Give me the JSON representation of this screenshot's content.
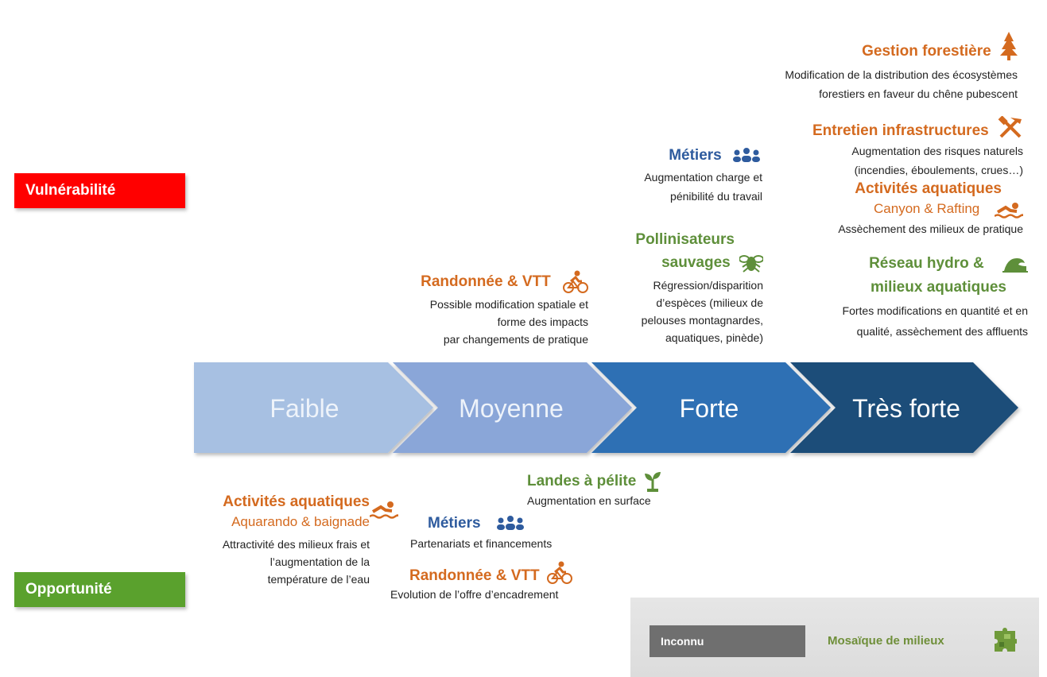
{
  "side_labels": {
    "vulnerability": "Vulnérabilité",
    "opportunity": "Opportunité"
  },
  "scale": {
    "steps": [
      "Faible",
      "Moyenne",
      "Forte",
      "Très forte"
    ],
    "colors": [
      "#a7c0e2",
      "#8aa6d8",
      "#2e6fb4",
      "#1f4e79"
    ]
  },
  "vulnerabilities": {
    "gestion_forestiere": {
      "title": "Gestion forestière",
      "lines": [
        "Modification de la distribution des écosystèmes",
        "forestiers en faveur du chêne pubescent"
      ]
    },
    "entretien": {
      "title": "Entretien infrastructures",
      "lines": [
        "Augmentation des risques naturels",
        "(incendies, éboulements, crues…)"
      ]
    },
    "metiers": {
      "title": "Métiers",
      "lines": [
        "Augmentation charge et",
        "pénibilité du travail"
      ]
    },
    "activites": {
      "title": "Activités aquatiques",
      "subtitle": "Canyon & Rafting",
      "lines": [
        "Assèchement des milieux de pratique"
      ]
    },
    "pollinisateurs": {
      "title_line1": "Pollinisateurs",
      "title_line2": "sauvages",
      "lines": [
        "Régression/disparition",
        "d’espèces (milieux de",
        "pelouses montagnardes,",
        "aquatiques, pinède)"
      ]
    },
    "reseau": {
      "title_line1": "Réseau hydro &",
      "title_line2": "milieux aquatiques",
      "lines": [
        "Fortes modifications en quantité et en",
        "qualité, assèchement des affluents"
      ]
    },
    "randonnee": {
      "title": "Randonnée & VTT",
      "lines": [
        "Possible modification spatiale et",
        "forme des impacts",
        "par changements de pratique"
      ]
    }
  },
  "opportunities": {
    "landes": {
      "title": "Landes à pélite",
      "lines": [
        "Augmentation en surface"
      ]
    },
    "activites": {
      "title": "Activités aquatiques",
      "subtitle": "Aquarando & baignade",
      "lines": [
        "Attractivité des milieux frais et",
        "l’augmentation de la",
        "température de l’eau"
      ]
    },
    "metiers": {
      "title": "Métiers",
      "lines": [
        "Partenariats et financements"
      ]
    },
    "randonnee": {
      "title": "Randonnée & VTT",
      "lines": [
        "Evolution de l’offre d’encadrement"
      ]
    }
  },
  "legend": {
    "unknown": "Inconnu",
    "mosaic": "Mosaïque de milieux"
  },
  "colors": {
    "orange": "#d46a1f",
    "blue": "#2e5b9e",
    "green": "#5e8f3a",
    "red": "#ff0000",
    "opportunity_green": "#5aa12d"
  }
}
